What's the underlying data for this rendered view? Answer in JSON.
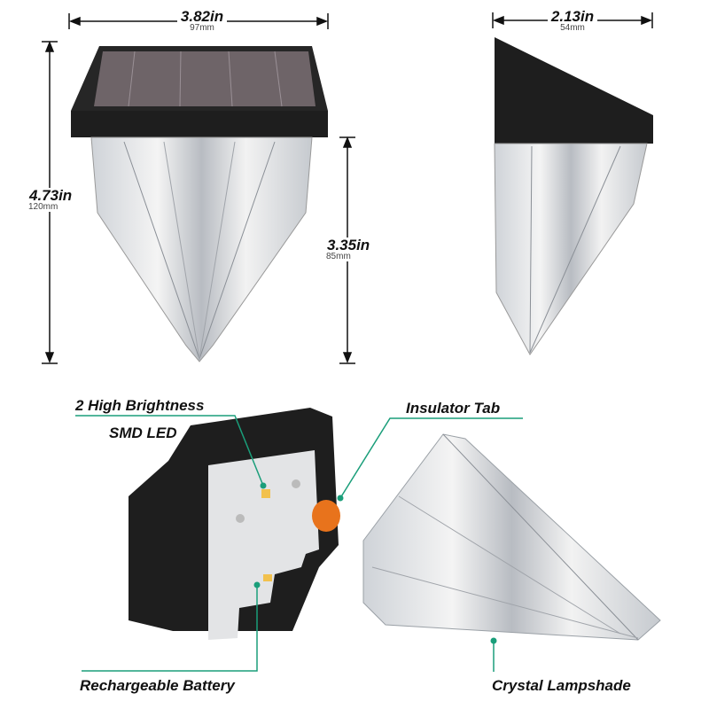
{
  "dimensions": {
    "front_width": {
      "inches": "3.82in",
      "mm": "97mm"
    },
    "side_depth": {
      "inches": "2.13in",
      "mm": "54mm"
    },
    "total_height": {
      "inches": "4.73in",
      "mm": "120mm"
    },
    "shade_height": {
      "inches": "3.35in",
      "mm": "85mm"
    }
  },
  "callouts": {
    "led_line1": "2 High Brightness",
    "led_line2": "SMD LED",
    "insulator": "Insulator Tab",
    "battery": "Rechargeable Battery",
    "lampshade": "Crystal Lampshade"
  },
  "colors": {
    "leader": "#1a9e7a",
    "tab": "#e8731c",
    "housing": "#1e1e1e",
    "solar": "#6e6468"
  }
}
